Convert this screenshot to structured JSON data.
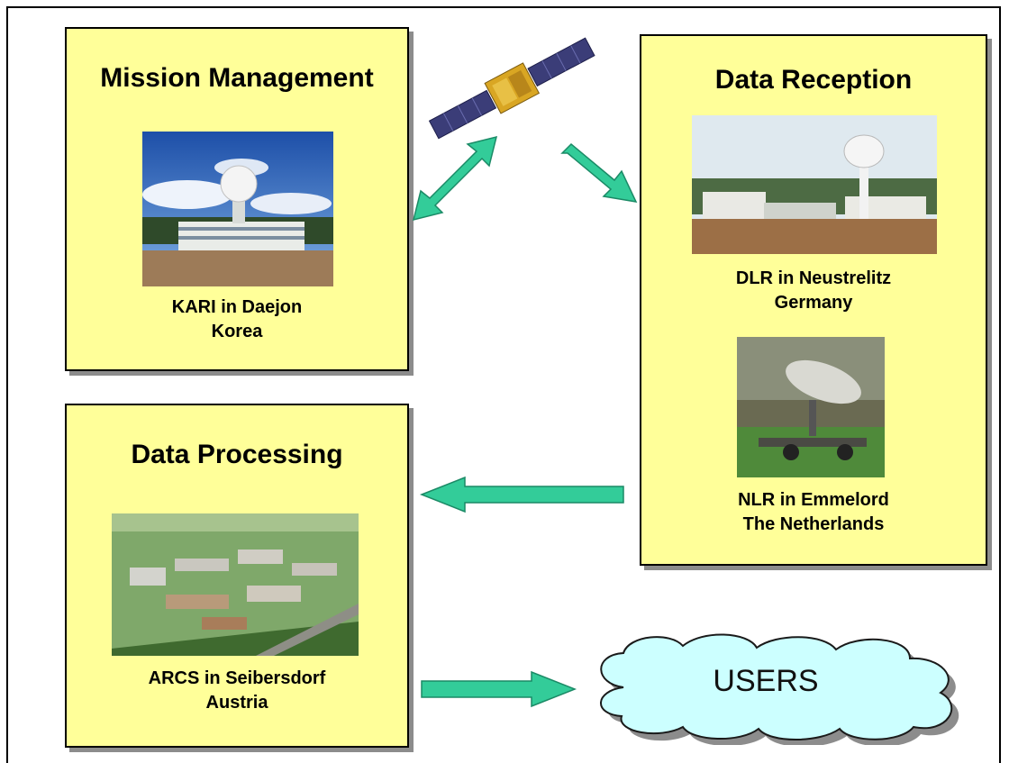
{
  "diagram": {
    "mission_management": {
      "title": "Mission Management",
      "caption_line1": "KARI in Daejon",
      "caption_line2": "Korea"
    },
    "data_reception": {
      "title": "Data Reception",
      "station1_line1": "DLR in Neustrelitz",
      "station1_line2": "Germany",
      "station2_line1": "NLR in Emmelord",
      "station2_line2": "The Netherlands"
    },
    "data_processing": {
      "title": "Data Processing",
      "caption_line1": "ARCS in Seibersdorf",
      "caption_line2": "Austria"
    },
    "users": {
      "label": "USERS"
    },
    "colors": {
      "panel_fill": "#ffff99",
      "arrow_fill": "#33cc99",
      "cloud_fill": "#ccffff"
    }
  }
}
